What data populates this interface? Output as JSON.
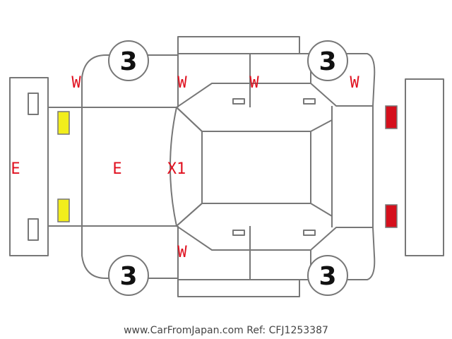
{
  "colors": {
    "outline": "#777777",
    "marker_text": "#e0101f",
    "yellow_lamp": "#f2ee1c",
    "red_lamp": "#d50f1c",
    "wheel_text": "#111111",
    "footer_text": "#444444"
  },
  "wheels": {
    "front_left": "3",
    "front_right": "3",
    "rear_left": "3",
    "rear_right": "3"
  },
  "markers": {
    "front_bumper": "E",
    "hood": "E",
    "windshield": "X1",
    "front_fender_top": "W",
    "front_door_top": "W",
    "rear_door_top": "W",
    "rear_fender_top": "W",
    "front_door_bottom": "W"
  },
  "lamps": {
    "headlight": "yellow-lamp",
    "taillight": "red-lamp"
  },
  "footer": "www.CarFromJapan.com Ref: CFJ1253387"
}
